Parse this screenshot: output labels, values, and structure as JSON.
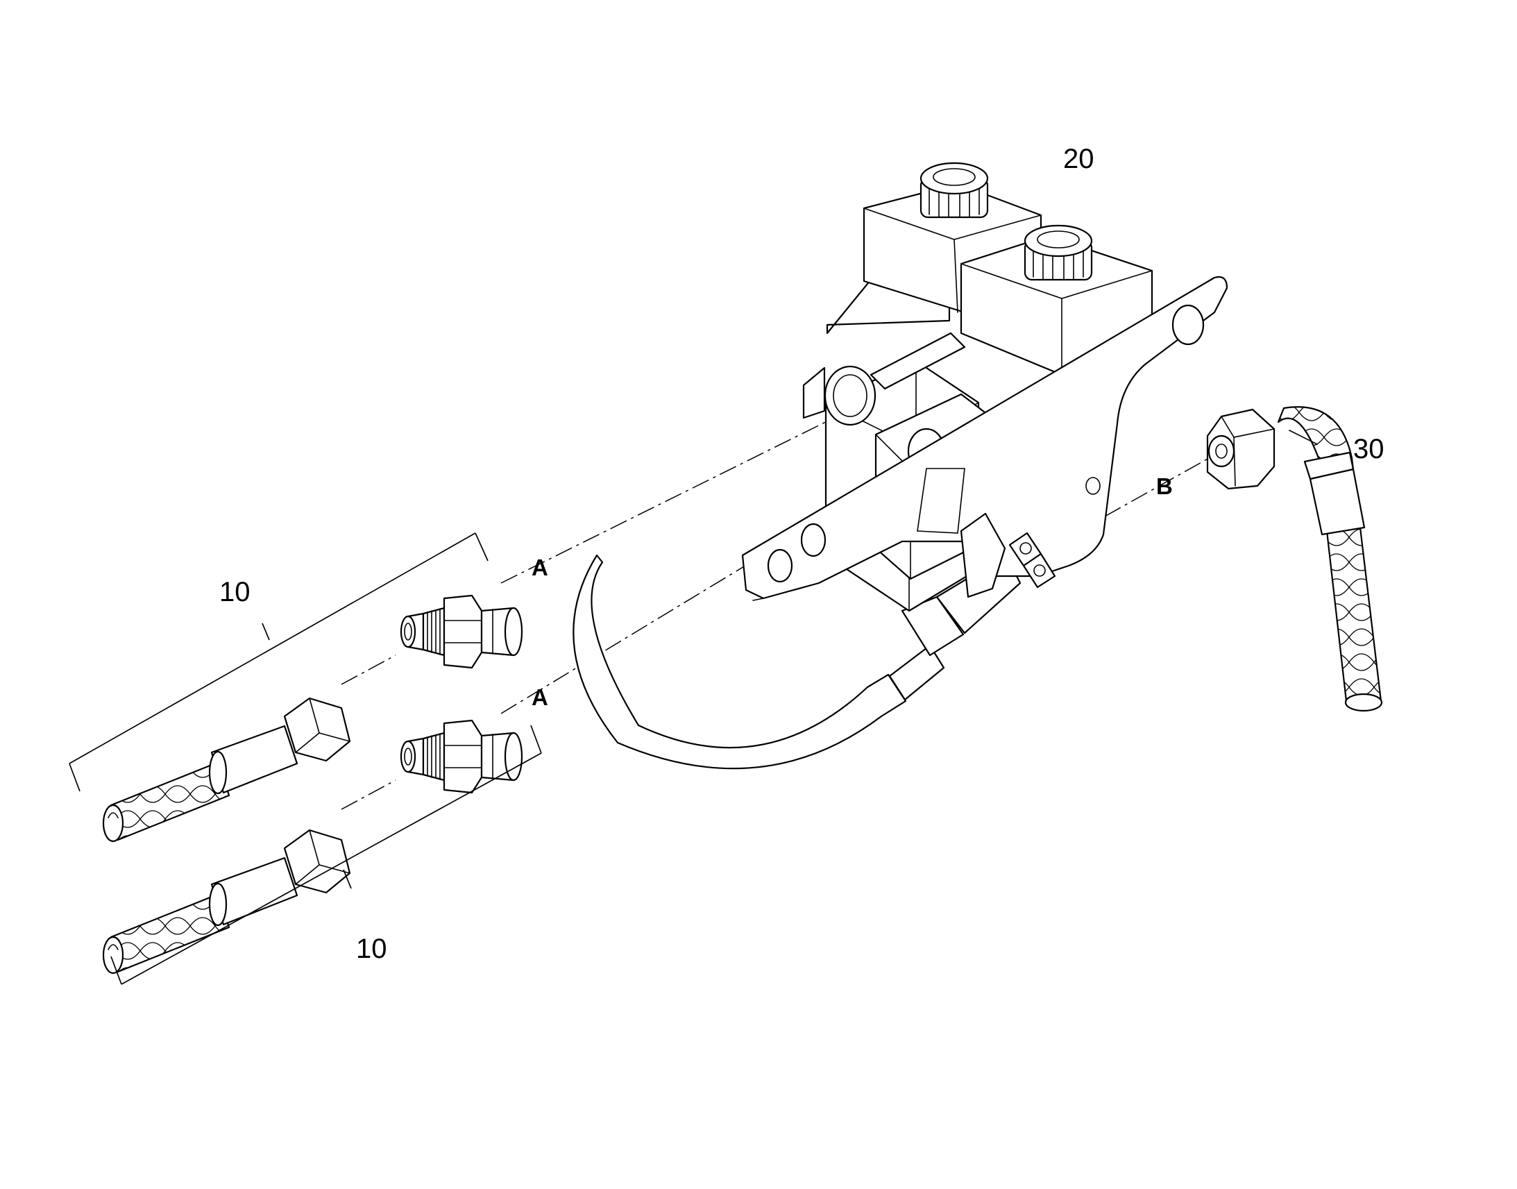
{
  "callouts": {
    "item_20": "20",
    "item_30": "30",
    "item_10_upper": "10",
    "item_10_lower": "10",
    "conn_a_upper": "A",
    "conn_a_lower": "A",
    "conn_b": "B"
  },
  "colors": {
    "line": "#000000",
    "background": "#ffffff"
  }
}
